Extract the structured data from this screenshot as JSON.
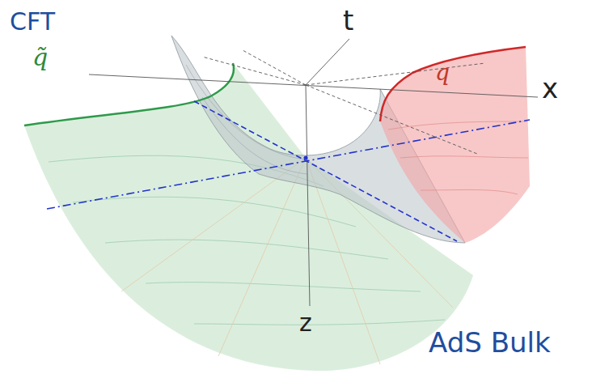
{
  "diagram": {
    "labels": [
      "CFT",
      "t",
      "x",
      "z",
      "q̃",
      "q",
      "AdS Bulk"
    ]
  }
}
